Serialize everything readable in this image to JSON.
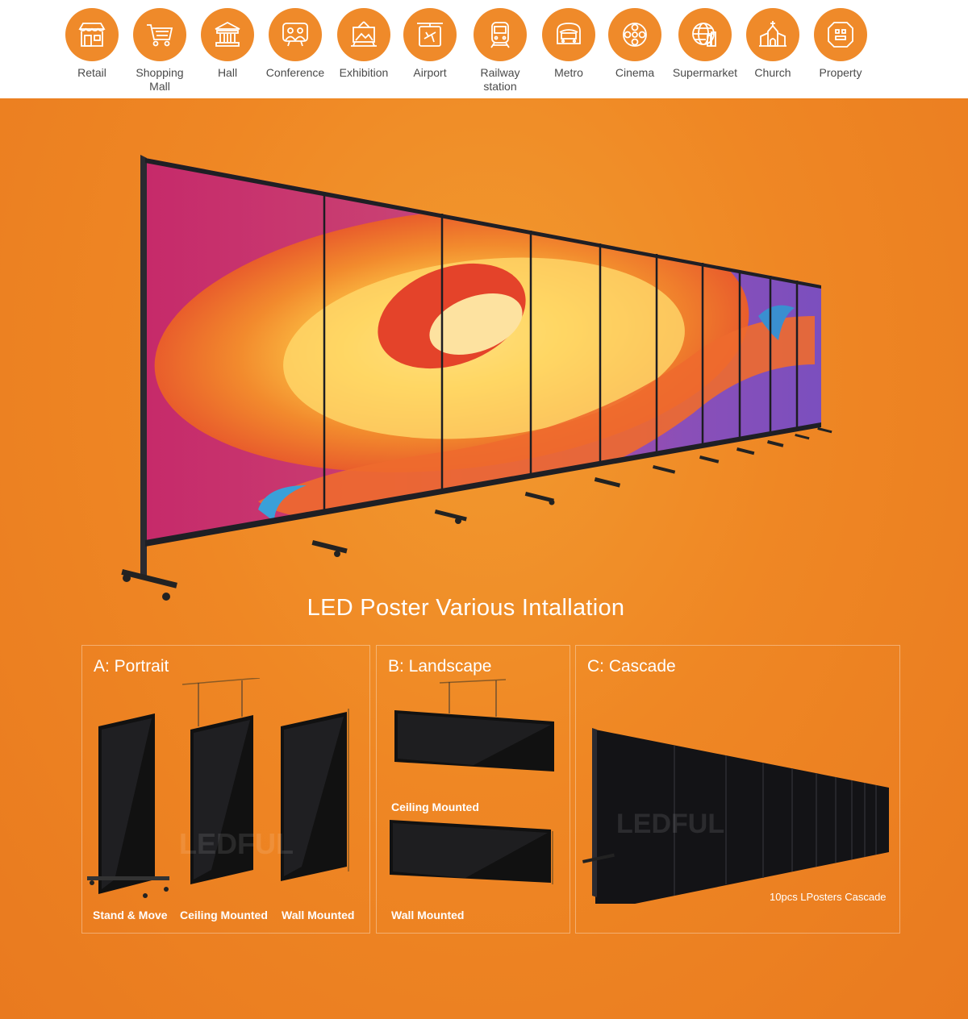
{
  "applications": [
    {
      "label": "Retail",
      "icon": "storefront-icon"
    },
    {
      "label": "Shopping\nMall",
      "icon": "shopping-cart-icon"
    },
    {
      "label": "Hall",
      "icon": "hall-building-icon"
    },
    {
      "label": "Conference",
      "icon": "conference-people-icon"
    },
    {
      "label": "Exhibition",
      "icon": "exhibition-frame-icon"
    },
    {
      "label": "Airport",
      "icon": "airport-plane-icon"
    },
    {
      "label": "Railway\nstation",
      "icon": "train-icon"
    },
    {
      "label": "Metro",
      "icon": "metro-train-icon"
    },
    {
      "label": "Cinema",
      "icon": "film-reel-icon"
    },
    {
      "label": "Supermarket",
      "icon": "globe-building-icon"
    },
    {
      "label": "Church",
      "icon": "church-icon"
    },
    {
      "label": "Property",
      "icon": "property-icon"
    }
  ],
  "colors": {
    "accent": "#ef8a2a",
    "background": "#ee8526"
  },
  "headline": "LED Poster Various Intallation",
  "panels": {
    "portrait": {
      "title": "A: Portrait",
      "captions": [
        "Stand & Move",
        "Ceiling Mounted",
        "Wall Mounted"
      ]
    },
    "landscape": {
      "title": "B: Landscape",
      "captions": [
        "Ceiling Mounted",
        "Wall Mounted"
      ]
    },
    "cascade": {
      "title": "C: Cascade",
      "caption": "10pcs LPosters Cascade"
    }
  }
}
